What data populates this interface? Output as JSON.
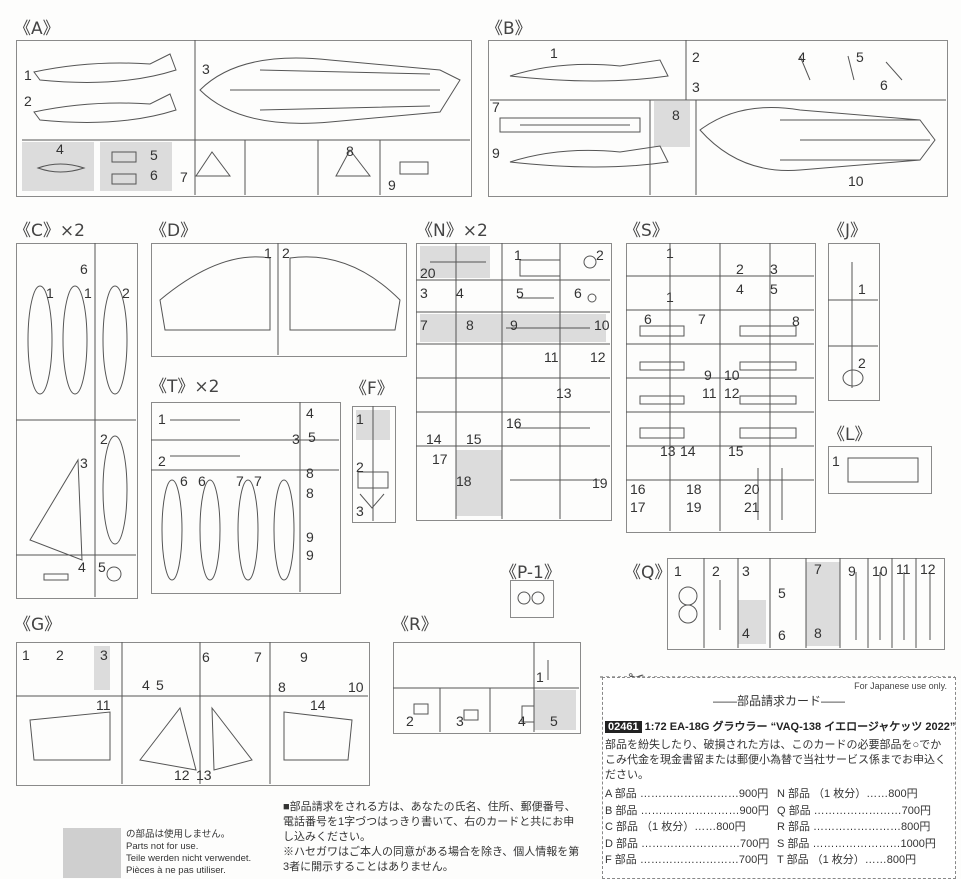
{
  "sheet": {
    "runners": [
      {
        "label": "《A》",
        "nums": [
          "1",
          "2",
          "3",
          "4",
          "5",
          "6",
          "7",
          "8",
          "9"
        ]
      },
      {
        "label": "《B》",
        "nums": [
          "1",
          "2",
          "3",
          "4",
          "5",
          "6",
          "7",
          "8",
          "9",
          "10"
        ]
      },
      {
        "label": "《C》×2",
        "nums": [
          "6",
          "1",
          "1",
          "2",
          "2",
          "3",
          "4",
          "5"
        ]
      },
      {
        "label": "《D》",
        "nums": [
          "1",
          "2"
        ]
      },
      {
        "label": "《N》×2",
        "nums": [
          "20",
          "1",
          "2",
          "3",
          "4",
          "5",
          "6",
          "7",
          "8",
          "9",
          "10",
          "11",
          "12",
          "13",
          "14",
          "15",
          "16",
          "17",
          "18",
          "19"
        ]
      },
      {
        "label": "《S》",
        "nums": [
          "1",
          "2",
          "3",
          "1",
          "4",
          "5",
          "6",
          "7",
          "8",
          "9",
          "10",
          "11",
          "12",
          "13",
          "14",
          "15",
          "16",
          "17",
          "18",
          "19",
          "20",
          "21"
        ]
      },
      {
        "label": "《J》",
        "nums": [
          "1",
          "2"
        ]
      },
      {
        "label": "《T》×2",
        "nums": [
          "1",
          "2",
          "4",
          "3",
          "5",
          "6",
          "6",
          "7",
          "7",
          "8",
          "8",
          "9",
          "9"
        ]
      },
      {
        "label": "《F》",
        "nums": [
          "1",
          "2",
          "3"
        ]
      },
      {
        "label": "《L》",
        "nums": [
          "1"
        ]
      },
      {
        "label": "《P-1》",
        "nums": []
      },
      {
        "label": "《Q》",
        "nums": [
          "1",
          "2",
          "3",
          "5",
          "4",
          "6",
          "7",
          "8",
          "9",
          "10",
          "11",
          "12"
        ]
      },
      {
        "label": "《G》",
        "nums": [
          "1",
          "2",
          "3",
          "4",
          "5",
          "6",
          "7",
          "8",
          "9",
          "10",
          "11",
          "12",
          "13",
          "14"
        ]
      },
      {
        "label": "《R》",
        "nums": [
          "1",
          "2",
          "3",
          "4",
          "5"
        ]
      }
    ]
  },
  "card": {
    "japanese_use": "For Japanese use only.",
    "title": "部品請求カード",
    "code": "02461",
    "scale": "1:72",
    "product": "EA-18G グラウラー “VAQ-138 イエロージャケッツ 2022”",
    "body": "部品を紛失したり、破損された方は、このカードの必要部品を○でかこみ代金を現金書留または郵便小為替で当社サービス係までお申込ください。",
    "prices": [
      [
        "A 部品 ………………………900円",
        "N 部品 （1 枚分）……800円"
      ],
      [
        "B 部品 ………………………900円",
        "Q 部品 ……………………700円"
      ],
      [
        "C 部品 （1 枚分）……800円",
        "R 部品 ……………………800円"
      ],
      [
        "D 部品 ………………………700円",
        "S 部品 ……………………1000円"
      ],
      [
        "F 部品 ………………………700円",
        "T 部品 （1 枚分）……800円"
      ]
    ]
  },
  "notice": {
    "line1": "■部品請求をされる方は、あなたの氏名、住所、郵便番号、電話番号を1字づつはっきり書いて、右のカードと共にお申し込みください。",
    "line2": "※ハセガワはご本人の同意がある場合を除き、個人情報を第3者に開示することはありません。"
  },
  "not_used": {
    "jp": "の部品は使用しません。",
    "en": "Parts not for use.",
    "de": "Teile werden nicht verwendet.",
    "fr": "Pièces à ne pas utiliser."
  }
}
